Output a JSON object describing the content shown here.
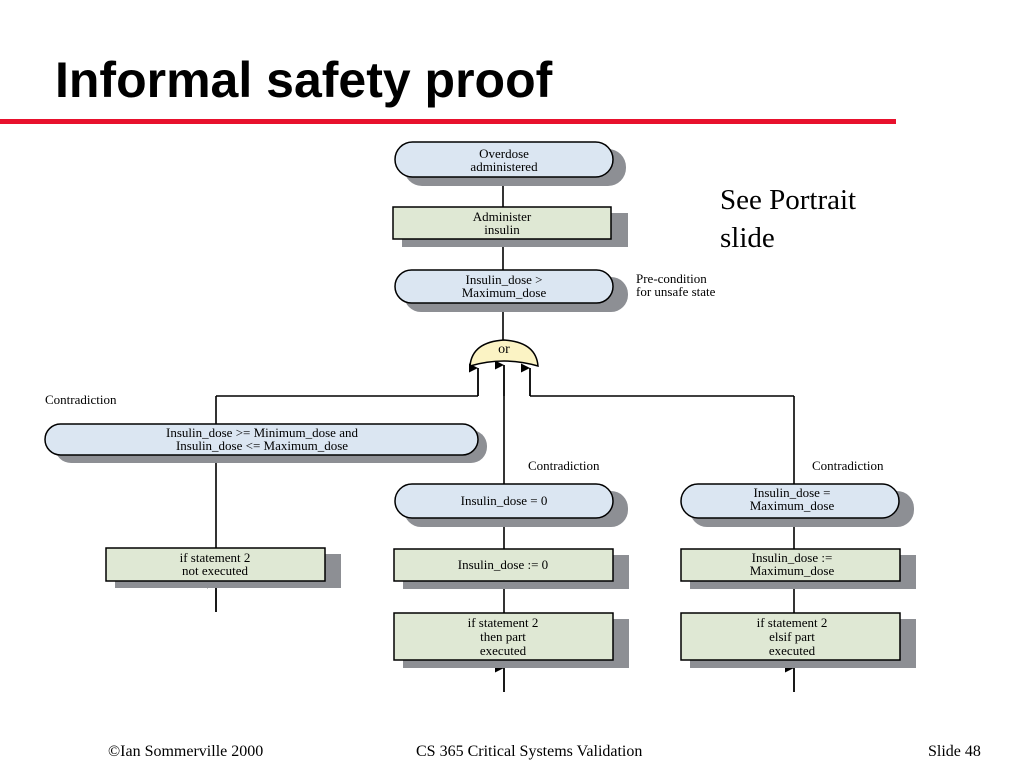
{
  "title": "Informal safety proof",
  "aside_note": [
    "See Portrait",
    "slide"
  ],
  "colors": {
    "title_rule": "#e8112d",
    "ellipse_fill": "#dbe6f2",
    "box_fill": "#dfe8d4",
    "gate_fill": "#fbf3c4",
    "shadow": "#8d8f94"
  },
  "diagram": {
    "nodes": {
      "overdose": [
        "Overdose",
        "administered"
      ],
      "administer": [
        "Administer",
        "insulin"
      ],
      "precond_node": [
        "Insulin_dose >",
        "Maximum_dose"
      ],
      "precond_label": [
        "Pre-condition",
        "for unsafe state"
      ],
      "gate": "or",
      "left_contradiction_label": "Contradiction",
      "left_range": [
        "Insulin_dose >= Minimum_dose and",
        "Insulin_dose <= Maximum_dose"
      ],
      "left_box": [
        "if statement 2",
        "not executed"
      ],
      "mid_contradiction_label": "Contradiction",
      "mid_ellipse": "Insulin_dose = 0",
      "mid_assign": "Insulin_dose := 0",
      "mid_if": [
        "if statement 2",
        "then part",
        "executed"
      ],
      "right_contradiction_label": "Contradiction",
      "right_ellipse": [
        "Insulin_dose =",
        "Maximum_dose"
      ],
      "right_assign": [
        "Insulin_dose :=",
        "Maximum_dose"
      ],
      "right_if": [
        "if statement 2",
        "elsif part",
        "executed"
      ]
    }
  },
  "footer": {
    "left": "©Ian Sommerville 2000",
    "center": "CS 365  Critical Systems Validation",
    "right": "Slide 48"
  }
}
